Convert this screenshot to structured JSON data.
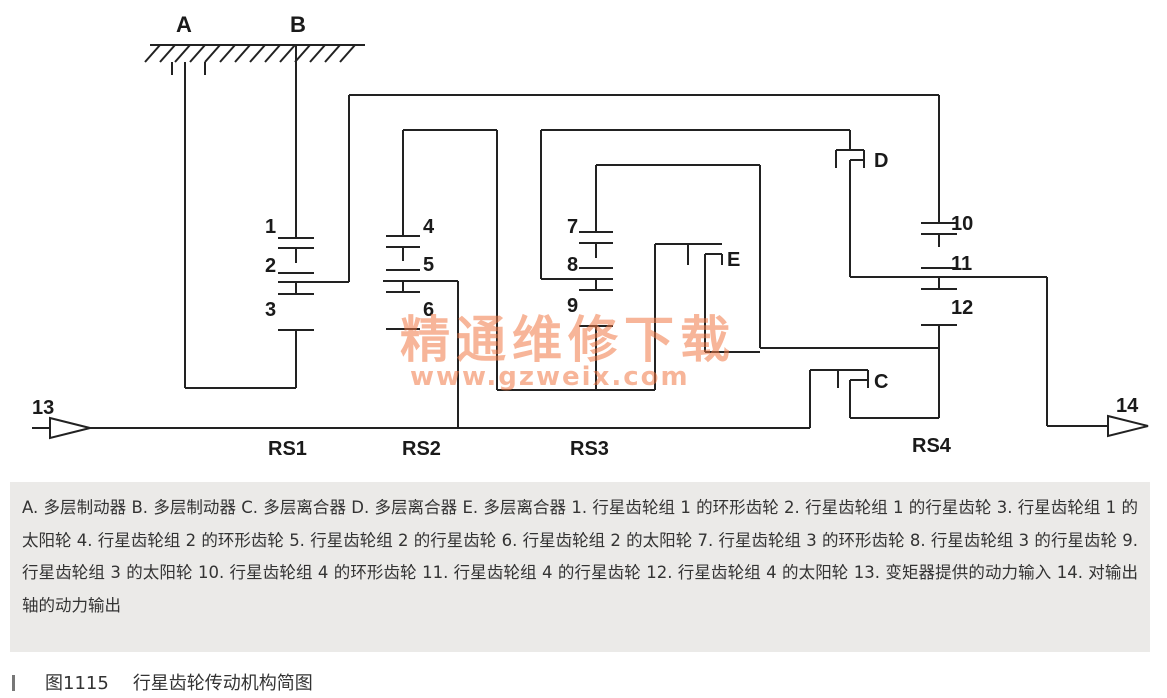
{
  "labels": {
    "A": "A",
    "B": "B",
    "C": "C",
    "D": "D",
    "E": "E",
    "n1": "1",
    "n2": "2",
    "n3": "3",
    "n4": "4",
    "n5": "5",
    "n6": "6",
    "n7": "7",
    "n8": "8",
    "n9": "9",
    "n10": "10",
    "n11": "11",
    "n12": "12",
    "n13": "13",
    "n14": "14",
    "rs1": "RS1",
    "rs2": "RS2",
    "rs3": "RS3",
    "rs4": "RS4"
  },
  "watermark": {
    "text": "精通维修下载",
    "url": "www.gzweix.com"
  },
  "legend": "A. 多层制动器 B. 多层制动器 C. 多层离合器 D. 多层离合器 E. 多层离合器 1. 行星齿轮组 1 的环形齿轮 2. 行星齿轮组 1 的行星齿轮 3. 行星齿轮组 1 的太阳轮 4. 行星齿轮组 2 的环形齿轮 5. 行星齿轮组 2 的行星齿轮 6. 行星齿轮组 2 的太阳轮 7. 行星齿轮组 3 的环形齿轮 8. 行星齿轮组 3 的行星齿轮 9. 行星齿轮组 3 的太阳轮 10. 行星齿轮组 4 的环形齿轮 11. 行星齿轮组 4 的行星齿轮 12. 行星齿轮组 4 的太阳轮 13. 变矩器提供的动力输入 14. 对输出轴的动力输出",
  "caption": {
    "number": "图1115",
    "title": "行星齿轮传动机构简图"
  }
}
